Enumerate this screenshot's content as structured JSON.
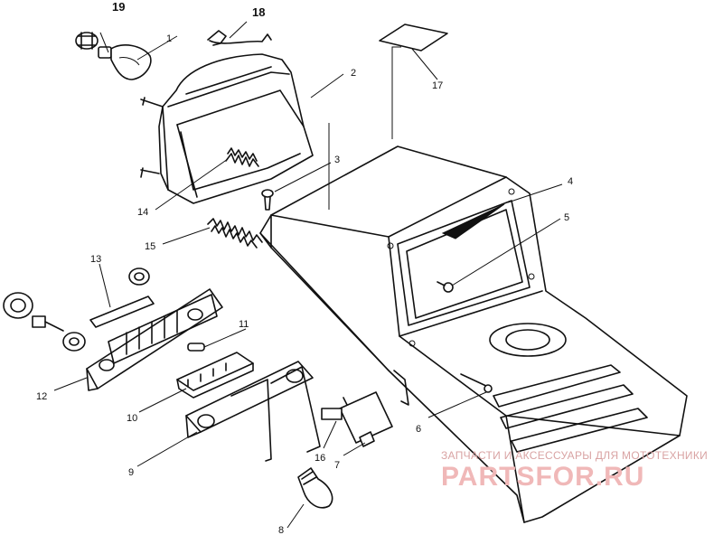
{
  "diagram": {
    "callouts": [
      {
        "id": "1",
        "label": "1"
      },
      {
        "id": "2",
        "label": "2"
      },
      {
        "id": "3",
        "label": "3"
      },
      {
        "id": "4",
        "label": "4"
      },
      {
        "id": "5",
        "label": "5"
      },
      {
        "id": "6",
        "label": "6"
      },
      {
        "id": "7",
        "label": "7"
      },
      {
        "id": "8",
        "label": "8"
      },
      {
        "id": "9",
        "label": "9"
      },
      {
        "id": "10",
        "label": "10"
      },
      {
        "id": "11",
        "label": "11"
      },
      {
        "id": "12",
        "label": "12"
      },
      {
        "id": "13",
        "label": "13"
      },
      {
        "id": "14",
        "label": "14"
      },
      {
        "id": "15",
        "label": "15"
      },
      {
        "id": "16",
        "label": "16"
      },
      {
        "id": "17",
        "label": "17"
      },
      {
        "id": "18",
        "label": "18"
      },
      {
        "id": "19",
        "label": "19"
      }
    ]
  },
  "watermark": {
    "tagline": "ЗАПЧАСТИ И АКСЕССУАРЫ ДЛЯ МОТОТЕХНИКИ",
    "logo": "PARTSFOR.RU",
    "color": "#f0b8b8"
  }
}
